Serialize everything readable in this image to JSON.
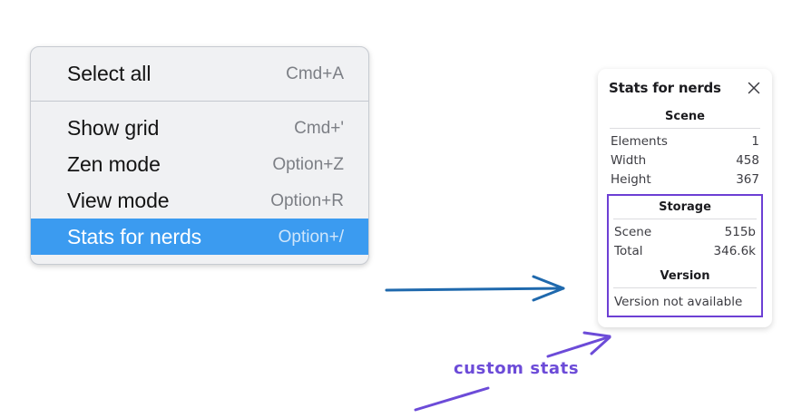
{
  "context_menu": {
    "name": "context-menu",
    "groups": [
      {
        "items": [
          {
            "label": "Select all",
            "shortcut": "Cmd+A",
            "selected": false
          }
        ]
      },
      {
        "items": [
          {
            "label": "Show grid",
            "shortcut": "Cmd+'",
            "selected": false
          },
          {
            "label": "Zen mode",
            "shortcut": "Option+Z",
            "selected": false
          },
          {
            "label": "View mode",
            "shortcut": "Option+R",
            "selected": false
          },
          {
            "label": "Stats for nerds",
            "shortcut": "Option+/",
            "selected": true
          }
        ]
      }
    ]
  },
  "stats_panel": {
    "title": "Stats for nerds",
    "close_icon": "close-icon",
    "scene": {
      "heading": "Scene",
      "rows": [
        {
          "label": "Elements",
          "value": "1"
        },
        {
          "label": "Width",
          "value": "458"
        },
        {
          "label": "Height",
          "value": "367"
        }
      ]
    },
    "storage": {
      "heading": "Storage",
      "rows": [
        {
          "label": "Scene",
          "value": "515b"
        },
        {
          "label": "Total",
          "value": "346.6k"
        }
      ]
    },
    "version": {
      "heading": "Version",
      "text": "Version not available"
    }
  },
  "annotations": {
    "custom_stats_label": "custom stats",
    "arrow_blue_color": "#1f69ad",
    "arrow_purple_color": "#6c4bd8",
    "highlight_box_color": "#6c3fd4"
  },
  "colors": {
    "menu_background": "#f0f1f3",
    "menu_selected": "#3b9bf0",
    "panel_background": "#ffffff",
    "accent_purple": "#6c4bd8",
    "accent_blue": "#1f69ad"
  }
}
